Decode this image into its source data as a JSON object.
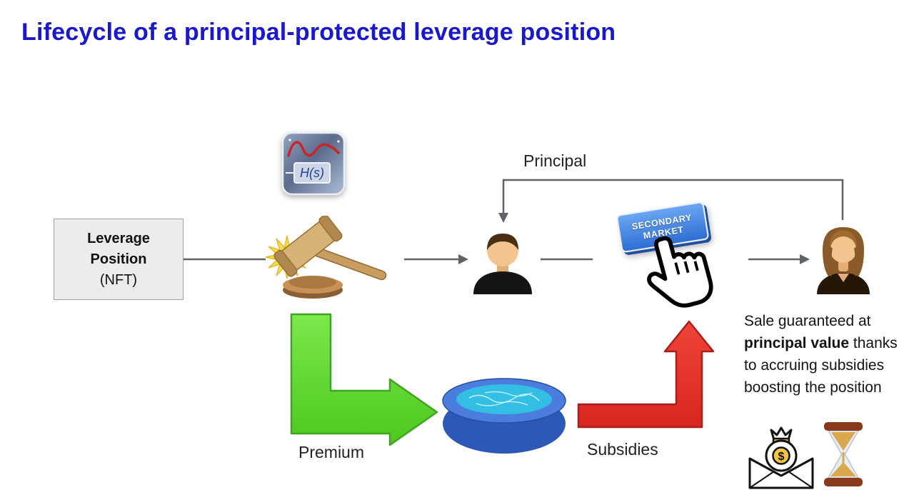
{
  "title": "Lifecycle of a principal-protected leverage position",
  "nodes": {
    "leverage_box": {
      "line1": "Leverage",
      "line2": "Position",
      "line3": "(NFT)"
    },
    "transfer_function": {
      "label": "H(s)"
    },
    "secondary_market": {
      "line1": "SECONDARY",
      "line2": "MARKET"
    }
  },
  "labels": {
    "principal": "Principal",
    "premium": "Premium",
    "subsidies": "Subsidies"
  },
  "note": {
    "pre": "Sale guaranteed at ",
    "bold": "principal value",
    "post": " thanks to accruing subsidies boosting the position"
  },
  "icons": {
    "dollar_sign": "$",
    "transfer_function": "transfer-function-block",
    "gavel": "auction-gavel",
    "seller": "seller-person",
    "buyer": "buyer-person",
    "cursor": "hand-cursor",
    "pool": "liquidity-pool",
    "money_envelope": "money-bag-in-envelope",
    "hourglass": "hourglass"
  },
  "colors": {
    "title": "#1A18CC",
    "connector": "#5F6368",
    "box_bg": "#ECECEC",
    "green_arrow": "#62DB33",
    "red_arrow": "#E8352E",
    "market_button_top": "#6AA6F2",
    "market_button_bottom": "#2E6ED4",
    "pool_ring": "#4A7DDD",
    "pool_water": "#33BFE3"
  }
}
